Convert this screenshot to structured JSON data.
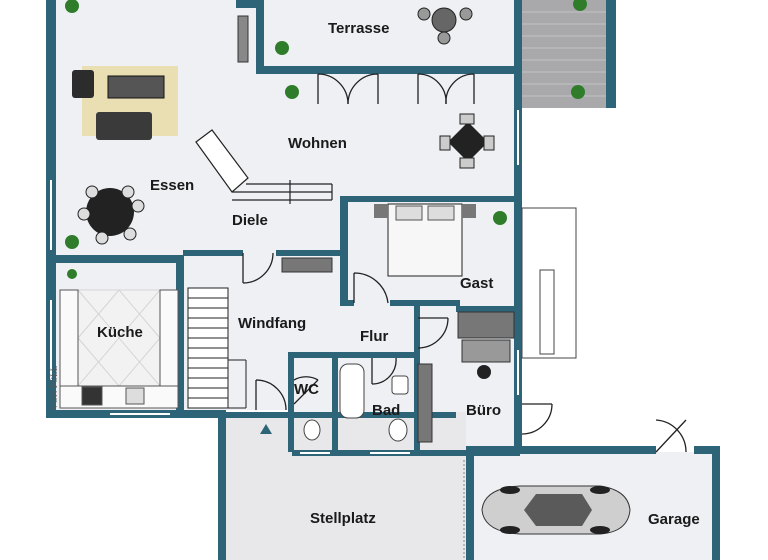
{
  "plan": {
    "rooms": [
      {
        "id": "terrasse",
        "label": "Terrasse"
      },
      {
        "id": "wohnen",
        "label": "Wohnen"
      },
      {
        "id": "essen",
        "label": "Essen"
      },
      {
        "id": "diele",
        "label": "Diele"
      },
      {
        "id": "gast",
        "label": "Gast"
      },
      {
        "id": "kueche",
        "label": "Küche"
      },
      {
        "id": "windfang",
        "label": "Windfang"
      },
      {
        "id": "flur",
        "label": "Flur"
      },
      {
        "id": "wc",
        "label": "WC"
      },
      {
        "id": "bad",
        "label": "Bad"
      },
      {
        "id": "buero",
        "label": "Büro"
      },
      {
        "id": "stellplatz",
        "label": "Stellplatz"
      },
      {
        "id": "garage",
        "label": "Garage"
      }
    ],
    "watermark": "VON POLL"
  },
  "colors": {
    "wall": "#2d6478",
    "floor": "#eef0f4",
    "deck": "#a9a9ab",
    "plant": "#2f7d2a"
  }
}
